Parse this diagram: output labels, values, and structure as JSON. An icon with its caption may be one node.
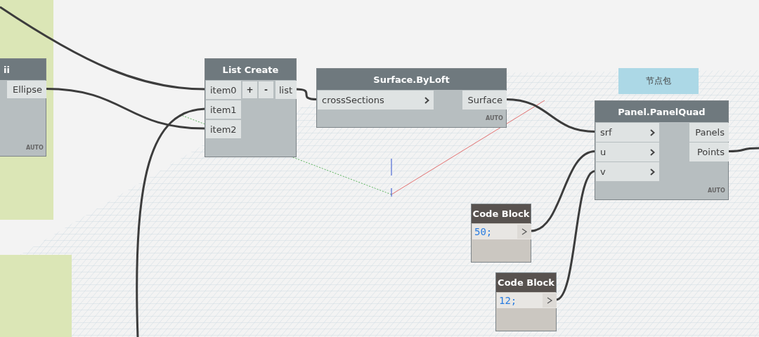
{
  "diagram": {
    "nodes": [
      {
        "text": [
          "ii"
        ]
      },
      {
        "text": [
          "Ellipse"
        ],
        "in": 0
      },
      {
        "text": [
          "List Create"
        ]
      },
      {
        "text": [
          "item0"
        ],
        "in": 2
      },
      {
        "text": [
          "item1"
        ],
        "in": 2
      },
      {
        "text": [
          "item2"
        ],
        "in": 2
      },
      {
        "text": [
          "+"
        ],
        "in": 2
      },
      {
        "text": [
          "-"
        ],
        "in": 2
      },
      {
        "text": [
          "list"
        ],
        "in": 2
      },
      {
        "text": [
          "Surface.ByLoft"
        ]
      },
      {
        "text": [
          "crossSections"
        ],
        "in": 9
      },
      {
        "text": [
          "Surface"
        ],
        "in": 9
      },
      {
        "text": [
          "节点包"
        ]
      },
      {
        "text": [
          "Panel.PanelQuad"
        ]
      },
      {
        "text": [
          "srf"
        ],
        "in": 13
      },
      {
        "text": [
          "u"
        ],
        "in": 13
      },
      {
        "text": [
          "v"
        ],
        "in": 13
      },
      {
        "text": [
          "Panels"
        ],
        "in": 13
      },
      {
        "text": [
          "Points"
        ],
        "in": 13
      },
      {
        "text": [
          "Code Block"
        ]
      },
      {
        "text": [
          "50;"
        ],
        "in": 19
      },
      {
        "text": [
          "Code Block"
        ]
      },
      {
        "text": [
          "12;"
        ],
        "in": 21
      }
    ],
    "edges": [
      {
        "from": null,
        "to": 3,
        "arrow": "none"
      },
      {
        "from": 1,
        "to": 5,
        "arrow": "none"
      },
      {
        "from": null,
        "to": 4,
        "arrow": "none"
      },
      {
        "from": 8,
        "to": 10,
        "arrow": "none"
      },
      {
        "from": 11,
        "to": 14,
        "arrow": "none"
      },
      {
        "from": 20,
        "to": 15,
        "arrow": "none"
      },
      {
        "from": 22,
        "to": 16,
        "arrow": "none"
      },
      {
        "from": 18,
        "to": null,
        "arrow": "none"
      }
    ],
    "labels": [
      "AUTO",
      "AUTO",
      "AUTO"
    ]
  }
}
